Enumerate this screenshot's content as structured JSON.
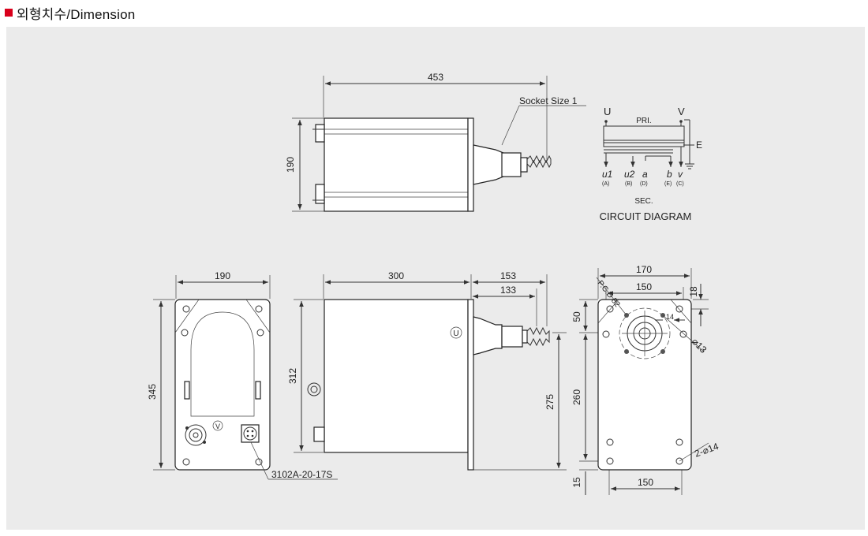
{
  "header": {
    "title": "외형치수/Dimension"
  },
  "top_view": {
    "dim_length": "453",
    "dim_height": "190",
    "socket_label": "Socket Size 1"
  },
  "circuit": {
    "u": "U",
    "v": "V",
    "pri": "PRI.",
    "e": "E",
    "terminals": [
      {
        "name": "u1",
        "code": "(A)"
      },
      {
        "name": "u2",
        "code": "(B)"
      },
      {
        "name": "a",
        "code": "(D)"
      },
      {
        "name": "b",
        "code": "(E)"
      },
      {
        "name": "v",
        "code": "(C)"
      }
    ],
    "sec": "SEC.",
    "caption": "CIRCUIT DIAGRAM"
  },
  "front_view": {
    "dim_width": "190",
    "dim_height": "345",
    "marker_v": "V",
    "connector_label": "3102A-20-17S"
  },
  "side_view": {
    "dim_body": "300",
    "dim_153": "153",
    "dim_133": "133",
    "dim_312": "312",
    "dim_275": "275",
    "marker_u": "U"
  },
  "back_view": {
    "dim_170": "170",
    "dim_150_top": "150",
    "dim_18": "18",
    "dim_50": "50",
    "dim_260": "260",
    "dim_15": "15",
    "dim_150_bottom": "150",
    "dim_14": "14",
    "pcd": "P.C.D 82",
    "hole_13": "⌀13",
    "holes_14": "2-⌀14"
  }
}
